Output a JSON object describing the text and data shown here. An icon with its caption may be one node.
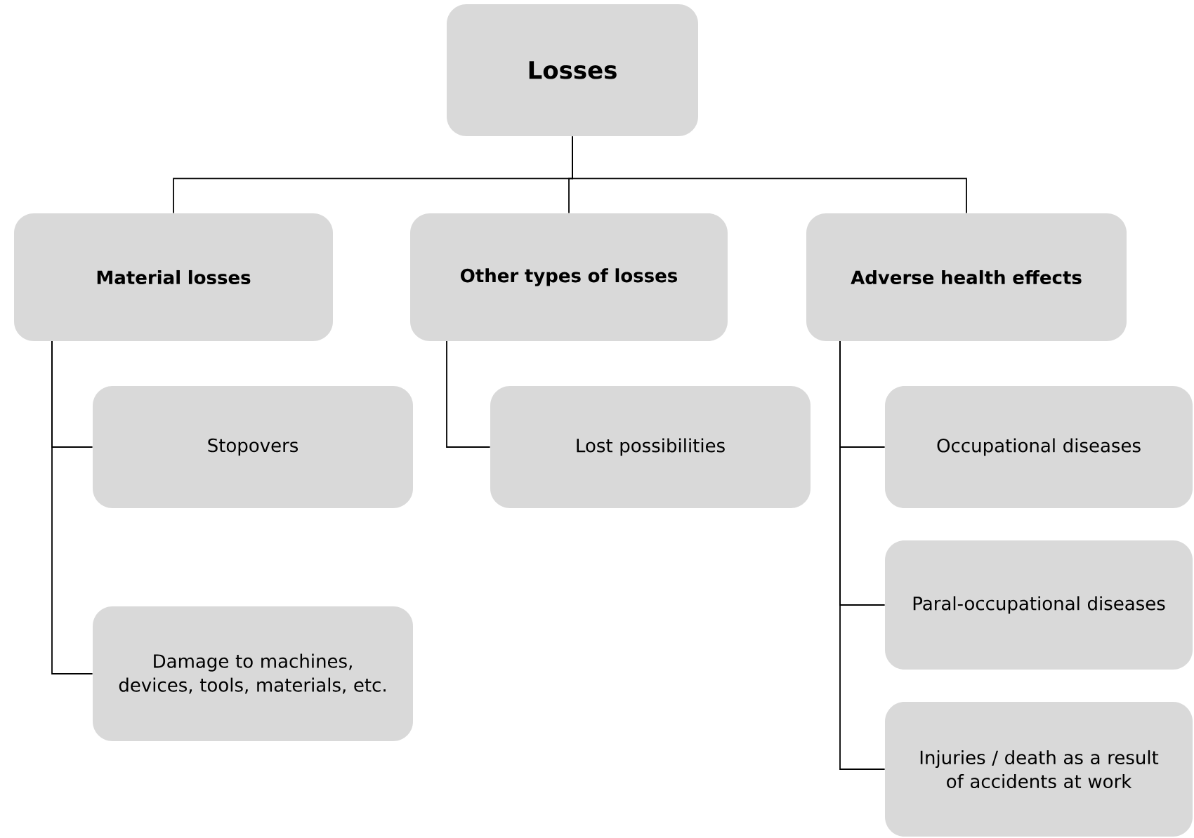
{
  "diagram": {
    "nodes": [
      {
        "text": [
          "Losses"
        ]
      },
      {
        "text": [
          "Material losses"
        ]
      },
      {
        "text": [
          "Other types of losses"
        ]
      },
      {
        "text": [
          "Adverse health effects"
        ]
      },
      {
        "text": [
          "Stopovers"
        ]
      },
      {
        "text": [
          "Damage to machines, devices, tools, materials, etc."
        ]
      },
      {
        "text": [
          "Lost possibilities"
        ]
      },
      {
        "text": [
          "Occupational diseases"
        ]
      },
      {
        "text": [
          "Paral-occupational diseases"
        ]
      },
      {
        "text": [
          "Injuries / death as a result of accidents at work"
        ]
      }
    ],
    "edges": [
      {
        "from": 0,
        "to": 1,
        "arrow": "none"
      },
      {
        "from": 0,
        "to": 2,
        "arrow": "none"
      },
      {
        "from": 0,
        "to": 3,
        "arrow": "none"
      },
      {
        "from": 1,
        "to": 4,
        "arrow": "none"
      },
      {
        "from": 1,
        "to": 5,
        "arrow": "none"
      },
      {
        "from": 2,
        "to": 6,
        "arrow": "none"
      },
      {
        "from": 3,
        "to": 7,
        "arrow": "none"
      },
      {
        "from": 3,
        "to": 8,
        "arrow": "none"
      },
      {
        "from": 3,
        "to": 9,
        "arrow": "none"
      }
    ]
  }
}
